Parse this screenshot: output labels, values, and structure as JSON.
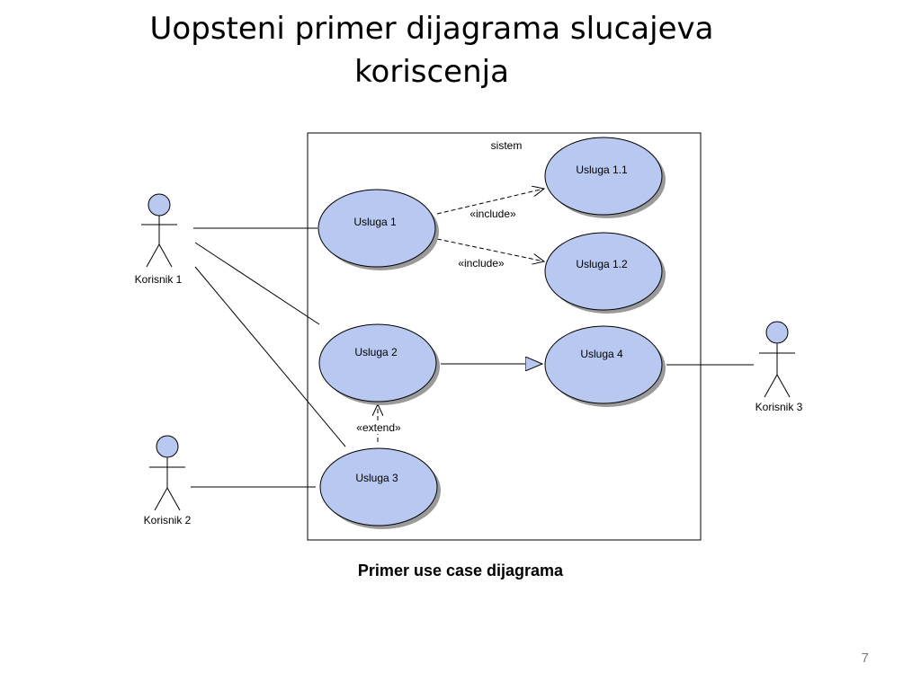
{
  "slide": {
    "title_line1": "Uopsteni primer dijagrama slucajeva",
    "title_line2": "koriscenja",
    "caption": "Primer use case dijagrama",
    "page_number": "7"
  },
  "colors": {
    "use_case_fill": "#b9c8f0",
    "outline": "#000000",
    "shadow": "#9a9a9a",
    "background": "#ffffff"
  },
  "diagram": {
    "system_label": "sistem",
    "actors": [
      {
        "id": "a1",
        "label": "Korisnik 1"
      },
      {
        "id": "a2",
        "label": "Korisnik 2"
      },
      {
        "id": "a3",
        "label": "Korisnik 3"
      }
    ],
    "use_cases": [
      {
        "id": "u1",
        "label": "Usluga 1"
      },
      {
        "id": "u11",
        "label": "Usluga 1.1"
      },
      {
        "id": "u12",
        "label": "Usluga 1.2"
      },
      {
        "id": "u2",
        "label": "Usluga 2"
      },
      {
        "id": "u4",
        "label": "Usluga 4"
      },
      {
        "id": "u3",
        "label": "Usluga 3"
      }
    ],
    "relationships": [
      {
        "from": "Korisnik 1",
        "to": "Usluga 1",
        "type": "association"
      },
      {
        "from": "Korisnik 1",
        "to": "Usluga 2",
        "type": "association"
      },
      {
        "from": "Korisnik 1",
        "to": "Usluga 3",
        "type": "association"
      },
      {
        "from": "Korisnik 2",
        "to": "Usluga 3",
        "type": "association"
      },
      {
        "from": "Korisnik 3",
        "to": "Usluga 4",
        "type": "association"
      },
      {
        "from": "Usluga 1",
        "to": "Usluga 1.1",
        "type": "include",
        "label": "«include»"
      },
      {
        "from": "Usluga 1",
        "to": "Usluga 1.2",
        "type": "include",
        "label": "«include»"
      },
      {
        "from": "Usluga 2",
        "to": "Usluga 4",
        "type": "generalization"
      },
      {
        "from": "Usluga 3",
        "to": "Usluga 2",
        "type": "extend",
        "label": "«extend»"
      }
    ]
  }
}
